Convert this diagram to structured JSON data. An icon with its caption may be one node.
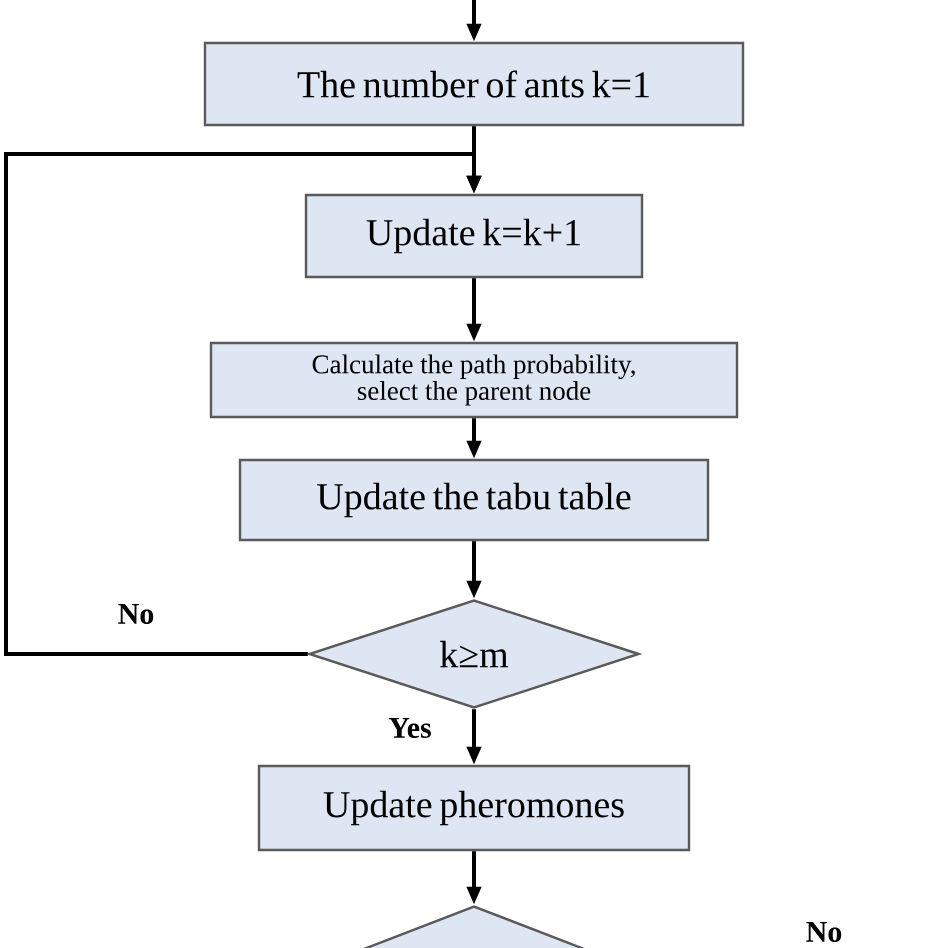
{
  "diagram": {
    "nodes": [
      {
        "text": [
          "The number of ants k=1"
        ]
      },
      {
        "text": [
          "Update k=k+1"
        ]
      },
      {
        "text": [
          "Calculate the path probability, select the parent node"
        ]
      },
      {
        "text": [
          "Update the tabu table"
        ]
      },
      {
        "text": [
          "k≥m"
        ]
      },
      {
        "text": [
          "Update pheromones"
        ]
      },
      {
        "text": [],
        "shape": "diamond"
      }
    ],
    "edges": [
      {
        "from": null,
        "to": 0,
        "arrow": "to"
      },
      {
        "from": 0,
        "to": 1,
        "arrow": "to"
      },
      {
        "from": 1,
        "to": 2,
        "arrow": "to"
      },
      {
        "from": 2,
        "to": 3,
        "arrow": "to"
      },
      {
        "from": 3,
        "to": 4,
        "arrow": "to"
      },
      {
        "from": 4,
        "to": 5,
        "arrow": "to",
        "label": "Yes"
      },
      {
        "from": 4,
        "to": 1,
        "arrow": "to",
        "label": "No"
      },
      {
        "from": 5,
        "to": 6,
        "arrow": "to"
      }
    ],
    "labels": [
      "No"
    ]
  }
}
